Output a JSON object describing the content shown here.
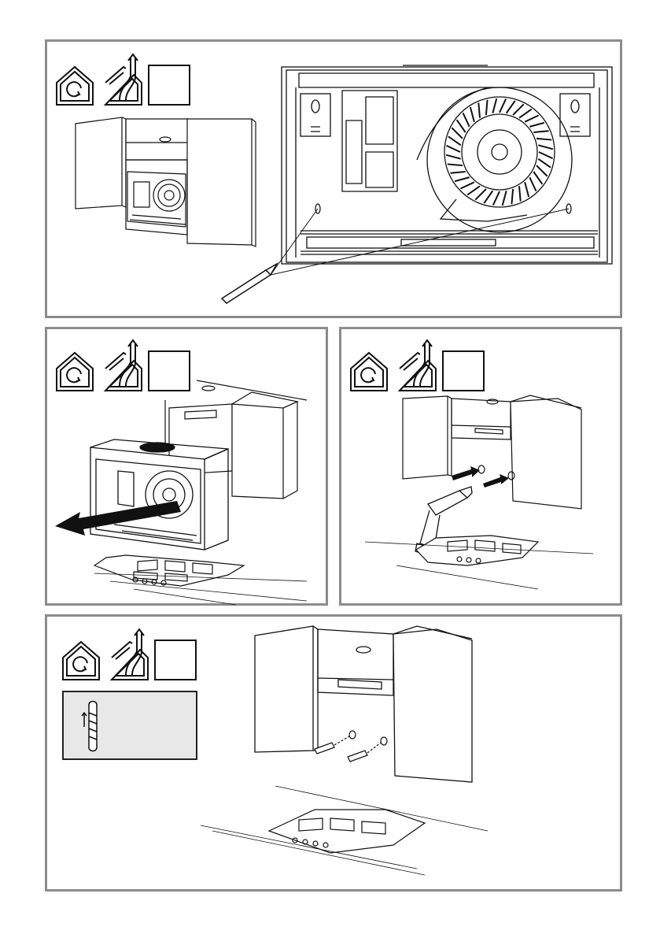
{
  "page": {
    "title": "",
    "steps": [
      {
        "id": 1,
        "number": ""
      },
      {
        "id": 2,
        "number": ""
      },
      {
        "id": 3,
        "number": ""
      },
      {
        "id": 4,
        "number": ""
      }
    ]
  },
  "icons": {
    "recirculation": "recirculation-mode-icon",
    "extraction": "extraction-mode-icon",
    "wall_plug": "wall-plug-icon",
    "pencil": "pencil-icon",
    "drill": "drill-icon",
    "arrow": "arrow-icon"
  },
  "colors": {
    "frame": "#8c8c8c",
    "ink": "#111111",
    "anchor_box_bg": "#e8e8e8"
  }
}
